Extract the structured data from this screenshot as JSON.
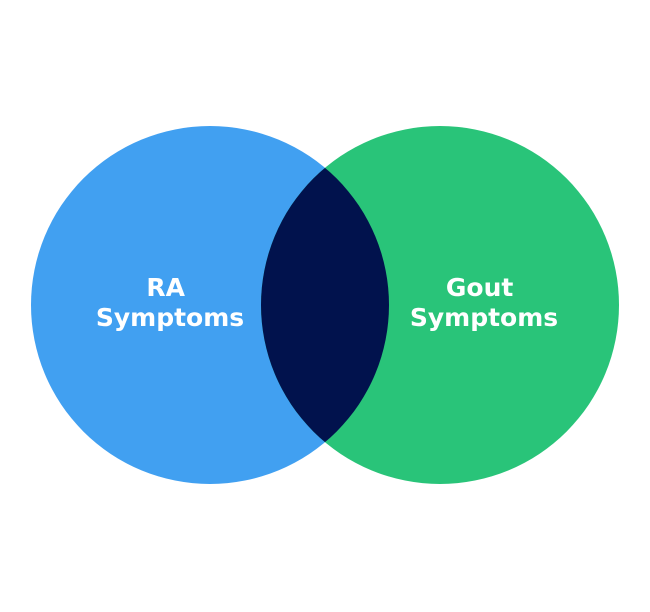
{
  "diagram": {
    "type": "venn",
    "sets": [
      {
        "id": "ra",
        "label_line1": "RA",
        "label_line2": "Symptoms",
        "color": "#41A0F1"
      },
      {
        "id": "gout",
        "label_line1": "Gout",
        "label_line2": "Symptoms",
        "color": "#29C479"
      }
    ],
    "intersection": {
      "color": "#01124D"
    }
  }
}
